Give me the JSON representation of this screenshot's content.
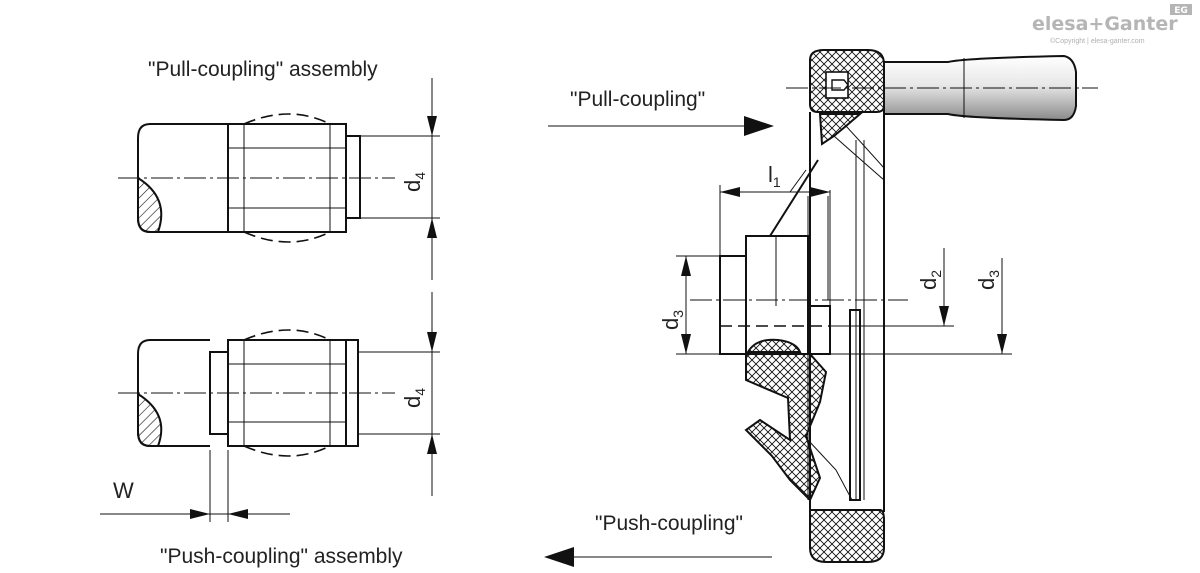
{
  "brand": {
    "name": "elesa+Ganter",
    "badge": "EG",
    "copyright": "©Copyright | elesa-ganter.com"
  },
  "labels": {
    "pull_assembly": "\"Pull-coupling\" assembly",
    "push_assembly": "\"Push-coupling\" assembly",
    "pull_coupling": "\"Pull-coupling\"",
    "push_coupling": "\"Push-coupling\"",
    "w": "W"
  },
  "dimensions": {
    "d4": {
      "main": "d",
      "sub": "4"
    },
    "d3": {
      "main": "d",
      "sub": "3"
    },
    "d2": {
      "main": "d",
      "sub": "2"
    },
    "l1": {
      "main": "l",
      "sub": "1"
    }
  }
}
